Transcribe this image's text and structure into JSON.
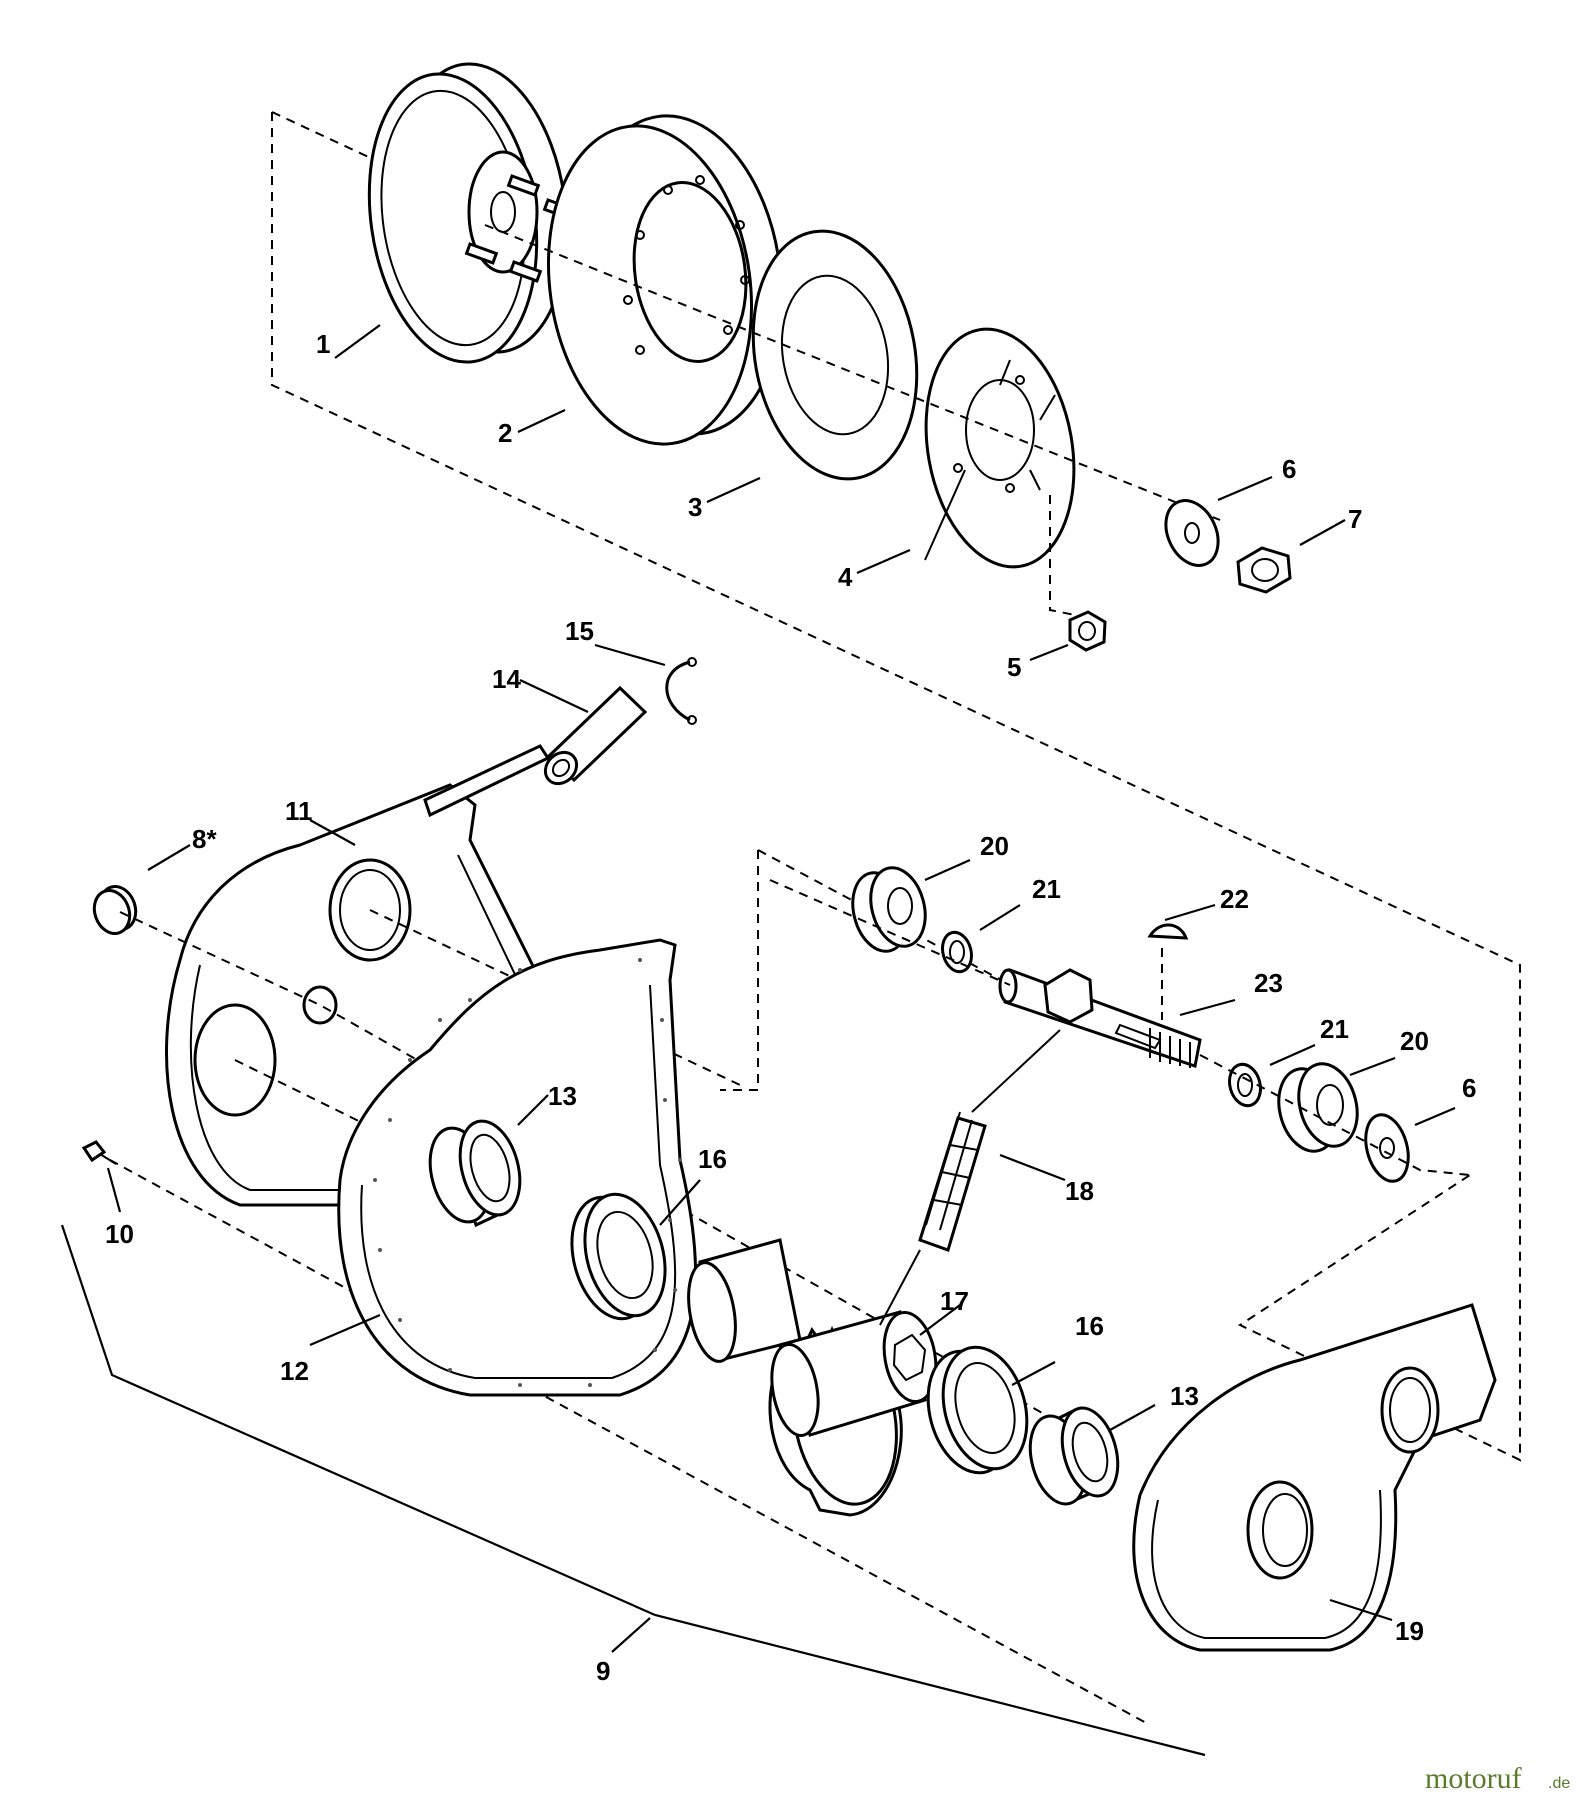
{
  "callouts": [
    {
      "id": "c1",
      "text": "1"
    },
    {
      "id": "c2",
      "text": "2"
    },
    {
      "id": "c3",
      "text": "3"
    },
    {
      "id": "c4",
      "text": "4"
    },
    {
      "id": "c5",
      "text": "5"
    },
    {
      "id": "c6a",
      "text": "6"
    },
    {
      "id": "c6b",
      "text": "6"
    },
    {
      "id": "c7",
      "text": "7"
    },
    {
      "id": "c8",
      "text": "8*"
    },
    {
      "id": "c9",
      "text": "9"
    },
    {
      "id": "c10",
      "text": "10"
    },
    {
      "id": "c11",
      "text": "11"
    },
    {
      "id": "c12",
      "text": "12"
    },
    {
      "id": "c13a",
      "text": "13"
    },
    {
      "id": "c13b",
      "text": "13"
    },
    {
      "id": "c14",
      "text": "14"
    },
    {
      "id": "c15",
      "text": "15"
    },
    {
      "id": "c16a",
      "text": "16"
    },
    {
      "id": "c16b",
      "text": "16"
    },
    {
      "id": "c17",
      "text": "17"
    },
    {
      "id": "c18",
      "text": "18"
    },
    {
      "id": "c19",
      "text": "19"
    },
    {
      "id": "c20a",
      "text": "20"
    },
    {
      "id": "c20b",
      "text": "20"
    },
    {
      "id": "c21a",
      "text": "21"
    },
    {
      "id": "c21b",
      "text": "21"
    },
    {
      "id": "c22",
      "text": "22"
    },
    {
      "id": "c23",
      "text": "23"
    }
  ],
  "watermark": {
    "main": "motoruf",
    "suffix": ".de"
  }
}
